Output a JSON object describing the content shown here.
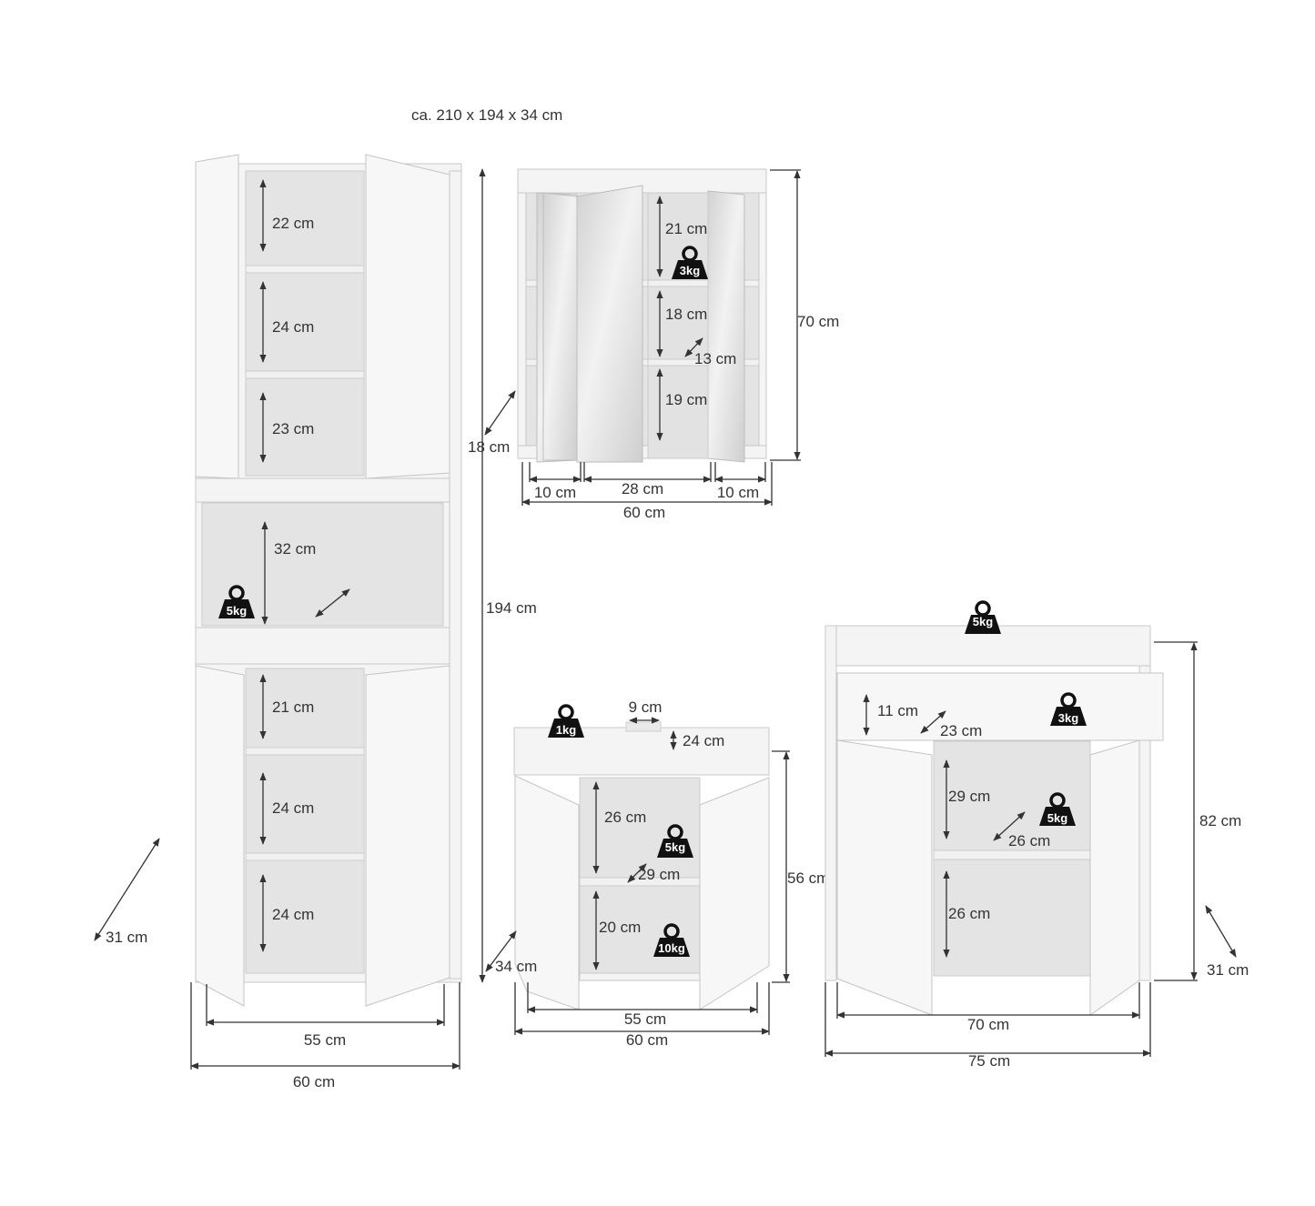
{
  "title": "ca. 210 x 194 x 34 cm",
  "colors": {
    "line": "#333333",
    "text": "#333333",
    "weight_icon": "#111111",
    "cabinet": "#f4f4f4"
  },
  "icons": {
    "weight": "kettlebell-weight-icon",
    "dimension_arrow": "double-arrow-icon"
  },
  "tall_cabinet": {
    "shelf_heights": [
      "22 cm",
      "24 cm",
      "23 cm"
    ],
    "niche_height": "32 cm",
    "niche_weight": "5kg",
    "lower_shelf_heights": [
      "21 cm",
      "24 cm",
      "24 cm"
    ],
    "inner_width": "55 cm",
    "width": "60 cm",
    "height": "194 cm",
    "depth": "31 cm",
    "depth_side": "18 cm"
  },
  "mirror_cabinet": {
    "shelf_heights": [
      "21 cm",
      "18 cm",
      "19 cm"
    ],
    "shelf_depth": "13 cm",
    "shelf_weight": "3kg",
    "height": "70 cm",
    "widths": [
      "10 cm",
      "28 cm",
      "10 cm"
    ],
    "width": "60 cm"
  },
  "vanity_cabinet": {
    "top_weight": "1kg",
    "cutout_width": "9 cm",
    "cutout_depth": "24 cm",
    "upper_height": "26 cm",
    "shelf_weight": "5kg",
    "shelf_depth": "29 cm",
    "lower_height": "20 cm",
    "floor_weight": "10kg",
    "height": "56 cm",
    "depth": "34 cm",
    "inner_width": "55 cm",
    "width": "60 cm"
  },
  "side_cabinet": {
    "top_weight": "5kg",
    "drawer_height": "11 cm",
    "drawer_depth": "23 cm",
    "drawer_weight": "3kg",
    "upper_height": "29 cm",
    "shelf_weight": "5kg",
    "shelf_depth": "26 cm",
    "lower_height": "26 cm",
    "height": "82 cm",
    "depth": "31 cm",
    "inner_width": "70 cm",
    "width": "75 cm"
  }
}
